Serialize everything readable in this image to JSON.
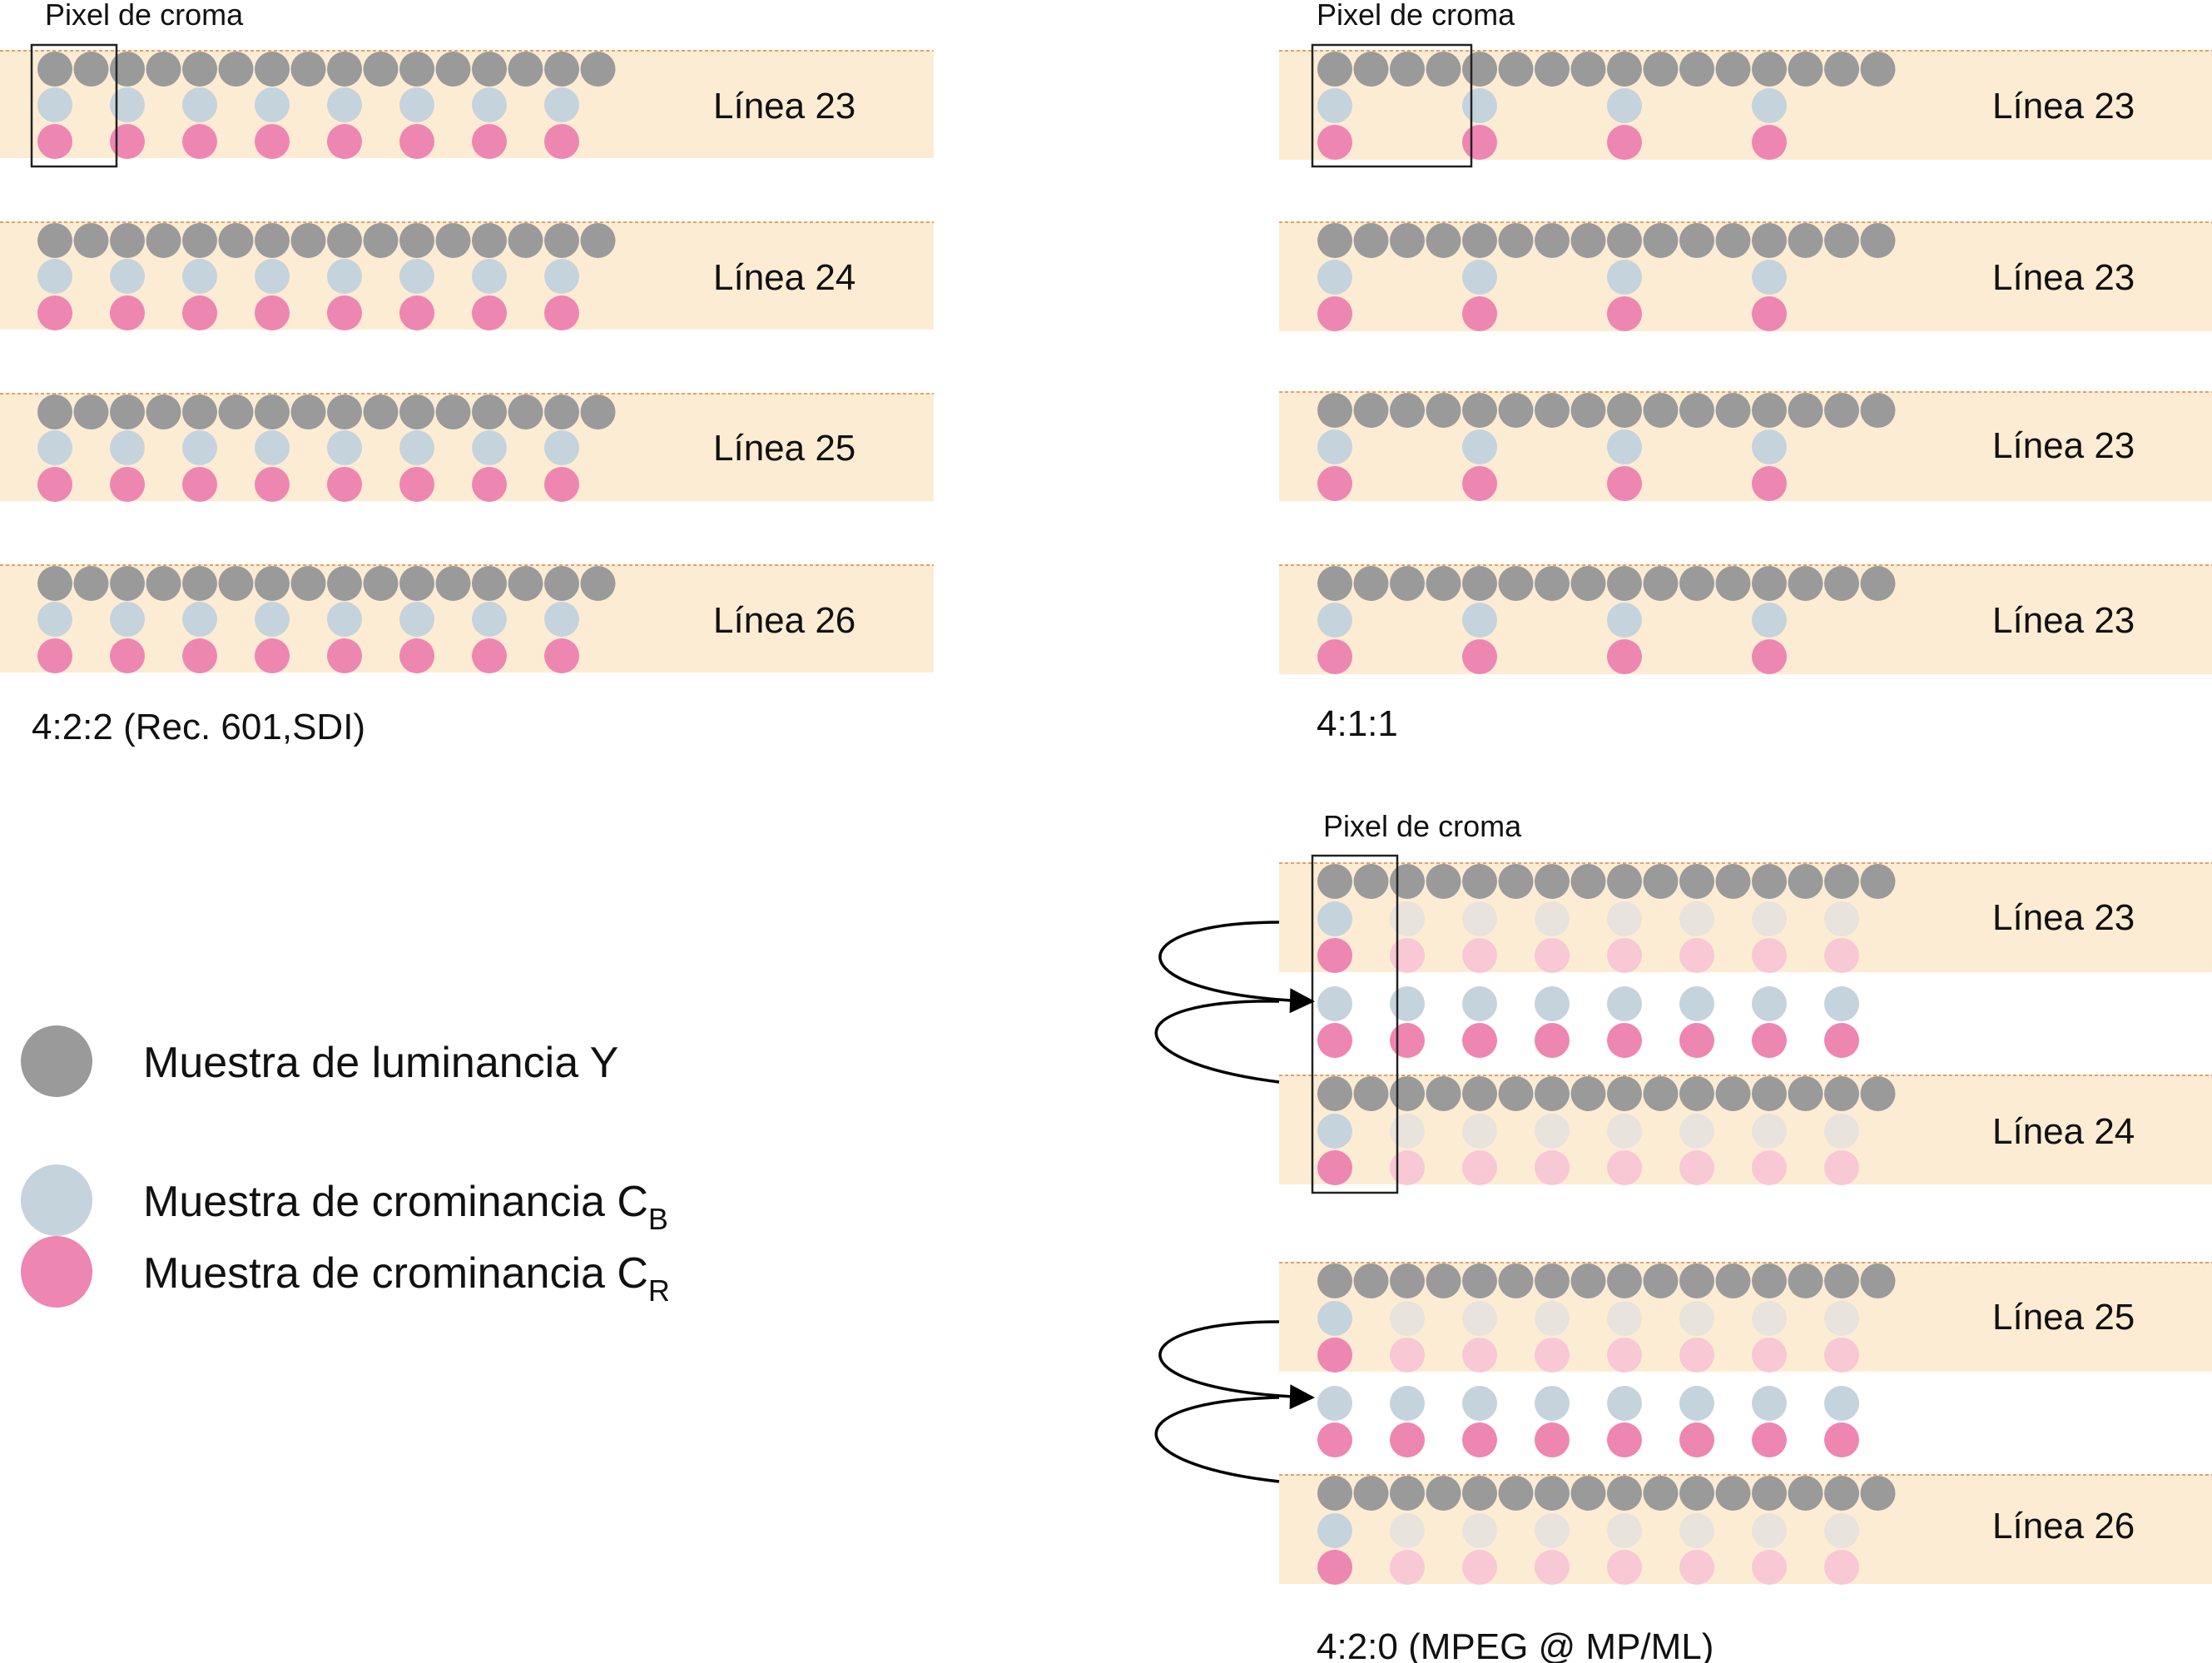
{
  "colors": {
    "band": "#fdecd4",
    "band_border": "#e8a060",
    "luma": "#9a9a9a",
    "cb": "#c5d3dc",
    "cr": "#ee86b2",
    "cb_faded": "#e8e3dc",
    "cr_faded": "#f8c8d4",
    "frame": "#222222",
    "arrow": "#000000"
  },
  "legend": {
    "luma": "Muestra de luminancia Y",
    "cb_main": "Muestra de crominancia C",
    "cb_sub": "B",
    "cr_main": "Muestra de crominancia C",
    "cr_sub": "R"
  },
  "panels": [
    {
      "id": "p422",
      "caption": "4:2:2 (Rec. 601,SDI)",
      "pixel_label": "Pixel de croma",
      "lines": [
        "Línea 23",
        "Línea 24",
        "Línea 25",
        "Línea 26"
      ]
    },
    {
      "id": "p411",
      "caption": "4:1:1",
      "pixel_label": "Pixel de croma",
      "lines": [
        "Línea 23",
        "Línea 23",
        "Línea 23",
        "Línea 23"
      ]
    },
    {
      "id": "p420",
      "caption": "4:2:0 (MPEG @ MP/ML)",
      "pixel_label": "Pixel de croma",
      "lines": [
        "Línea 23",
        "Línea 24",
        "Línea 25",
        "Línea 26"
      ]
    }
  ]
}
